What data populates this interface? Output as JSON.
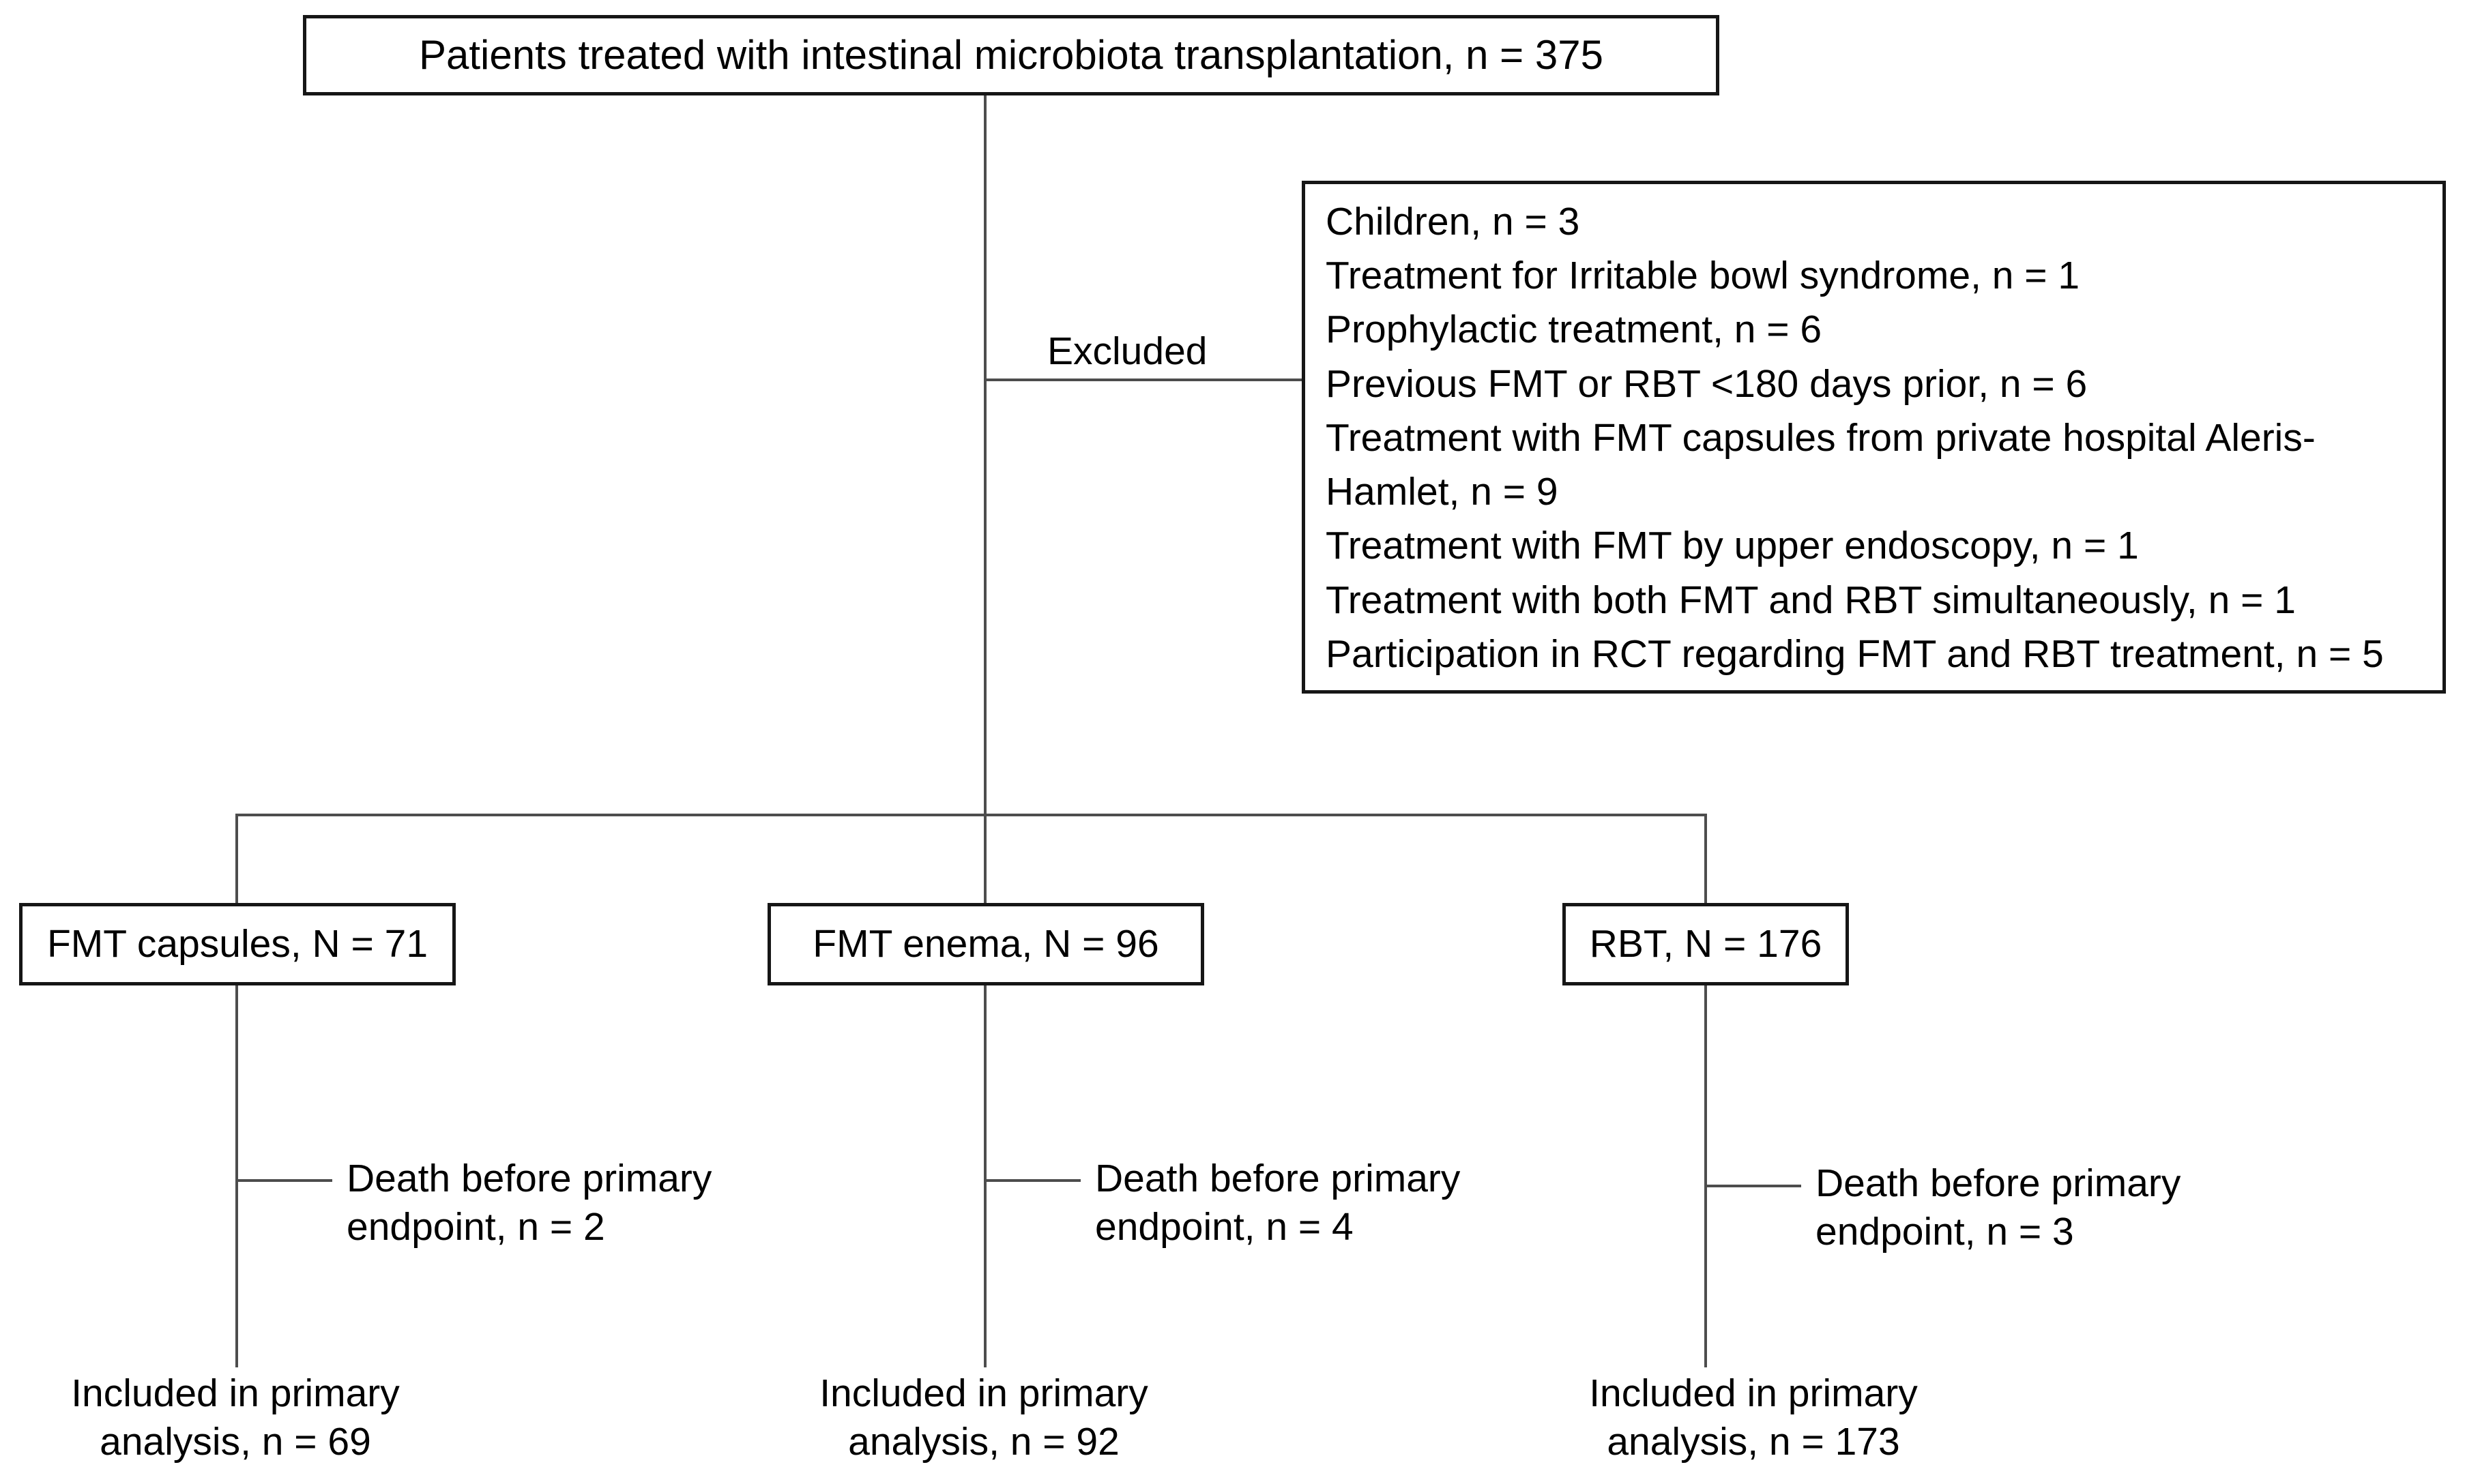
{
  "diagram": {
    "title_box": {
      "text": "Patients treated with intestinal microbiota transplantation, n = 375",
      "total": 375
    },
    "excluded": {
      "caption": "Excluded",
      "reasons": [
        "Children, n = 3",
        "Treatment for Irritable bowl syndrome, n = 1",
        "Prophylactic treatment, n = 6",
        "Previous FMT or RBT <180 days prior, n = 6",
        "Treatment with FMT capsules from private hospital Aleris-Hamlet, n = 9",
        "Treatment with FMT by upper endoscopy, n = 1",
        "Treatment with both FMT and RBT simultaneously, n = 1",
        "Participation in RCT regarding FMT and RBT treatment, n = 5"
      ],
      "counts": [
        3,
        1,
        6,
        6,
        9,
        1,
        1,
        5
      ]
    },
    "arms": [
      {
        "box_label": "FMT capsules, N = 71",
        "n_allocated": 71,
        "death_label": "Death before primary\nendpoint, n = 2",
        "n_deaths": 2,
        "included_label": "Included in primary\nanalysis, n = 69",
        "n_included": 69
      },
      {
        "box_label": "FMT enema, N = 96",
        "n_allocated": 96,
        "death_label": "Death before primary\nendpoint, n = 4",
        "n_deaths": 4,
        "included_label": "Included in primary\nanalysis, n = 92",
        "n_included": 92
      },
      {
        "box_label": "RBT, N = 176",
        "n_allocated": 176,
        "death_label": "Death before primary\nendpoint, n = 3",
        "n_deaths": 3,
        "included_label": "Included in primary\nanalysis, n = 173",
        "n_included": 173
      }
    ],
    "colors": {
      "box_border": "#161616",
      "connector": "#4d4d4d",
      "text": "#000000",
      "background": "#ffffff"
    }
  }
}
